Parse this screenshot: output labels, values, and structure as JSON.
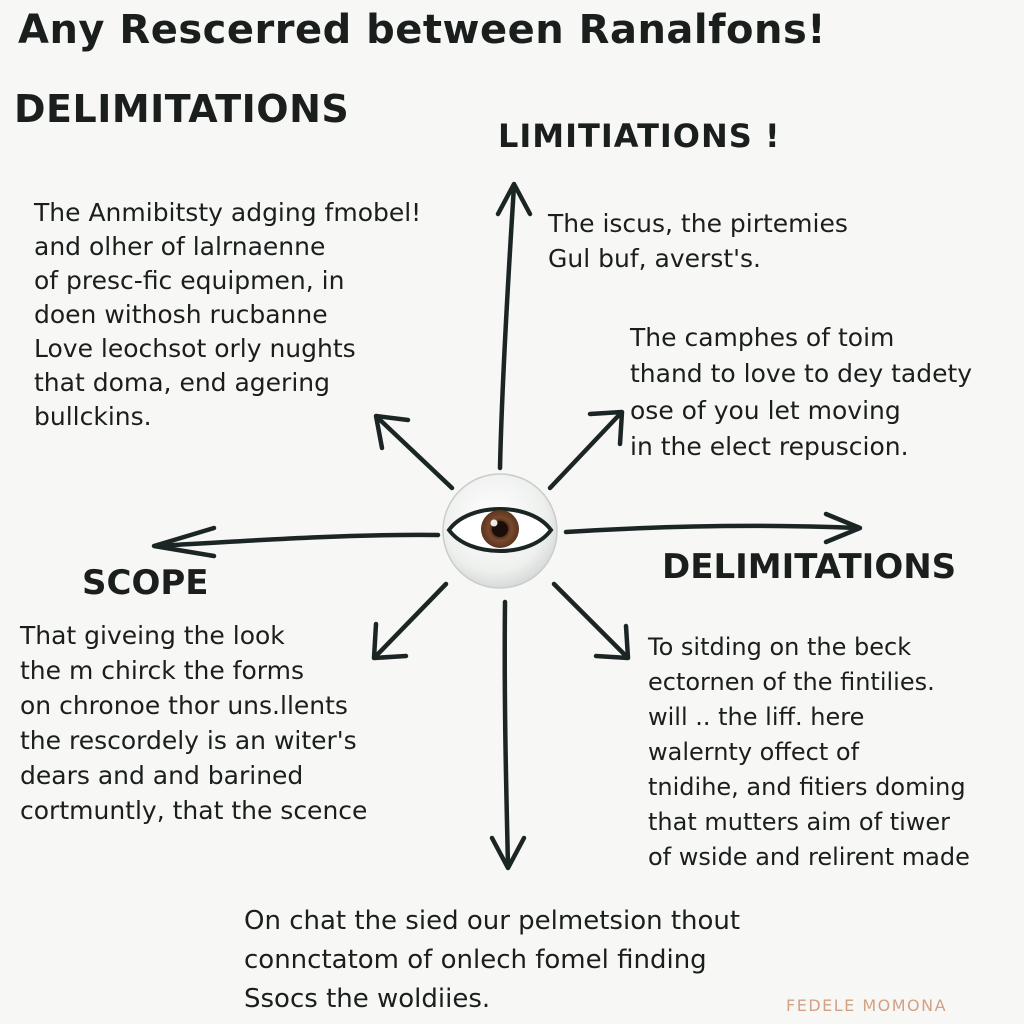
{
  "title": "Any Rescerred between Ranalfons!",
  "headings": {
    "delimitations_top": "DELIMITATIONS",
    "limitations": "LIMITIATIONS !",
    "scope": "SCOPE",
    "delimitations_right": "DELIMITATIONS"
  },
  "paragraphs": {
    "top_left": "The Anmibitsty adging fmobel!\nand olher of lalrnaenne\nof presc-fic equipmen, in\ndoen withosh rucbanne\nLove leochsot orly nughts\nthat doma, end agering\nbullckins.",
    "top_right_1": "The iscus, the pirtemies\nGul buf, averst's.",
    "top_right_2": "The camphes of toim\nthand to love to dey tadety\nose of you let moving\nin the elect repuscion.",
    "bottom_left": "That giveing the look\nthe m chirck the forms\non chronoe thor uns.llents\nthe rescordely is an witer's\ndears and and barined\ncortmuntly, that the scence",
    "bottom_right": "To sitding on the beck\nectornen of the fintilies.\nwill .. the liff. here\nwalernty offect of\ntnidihe, and fitiers doming\nthat mutters aim of tiwer\nof wside and relirent made",
    "bottom": "On chat the sied our pelmetsion thout\nconnctatom of onlech fomel finding\nSsocs the woldiies."
  },
  "watermark": "FEDELE MOMONA",
  "icons": {
    "center": "eye-icon",
    "arrow": "arrow-icon"
  },
  "colors": {
    "background": "#f7f7f5",
    "ink": "#1a1f1e",
    "watermark": "#d3a184",
    "iris": "#7a4a2e"
  }
}
